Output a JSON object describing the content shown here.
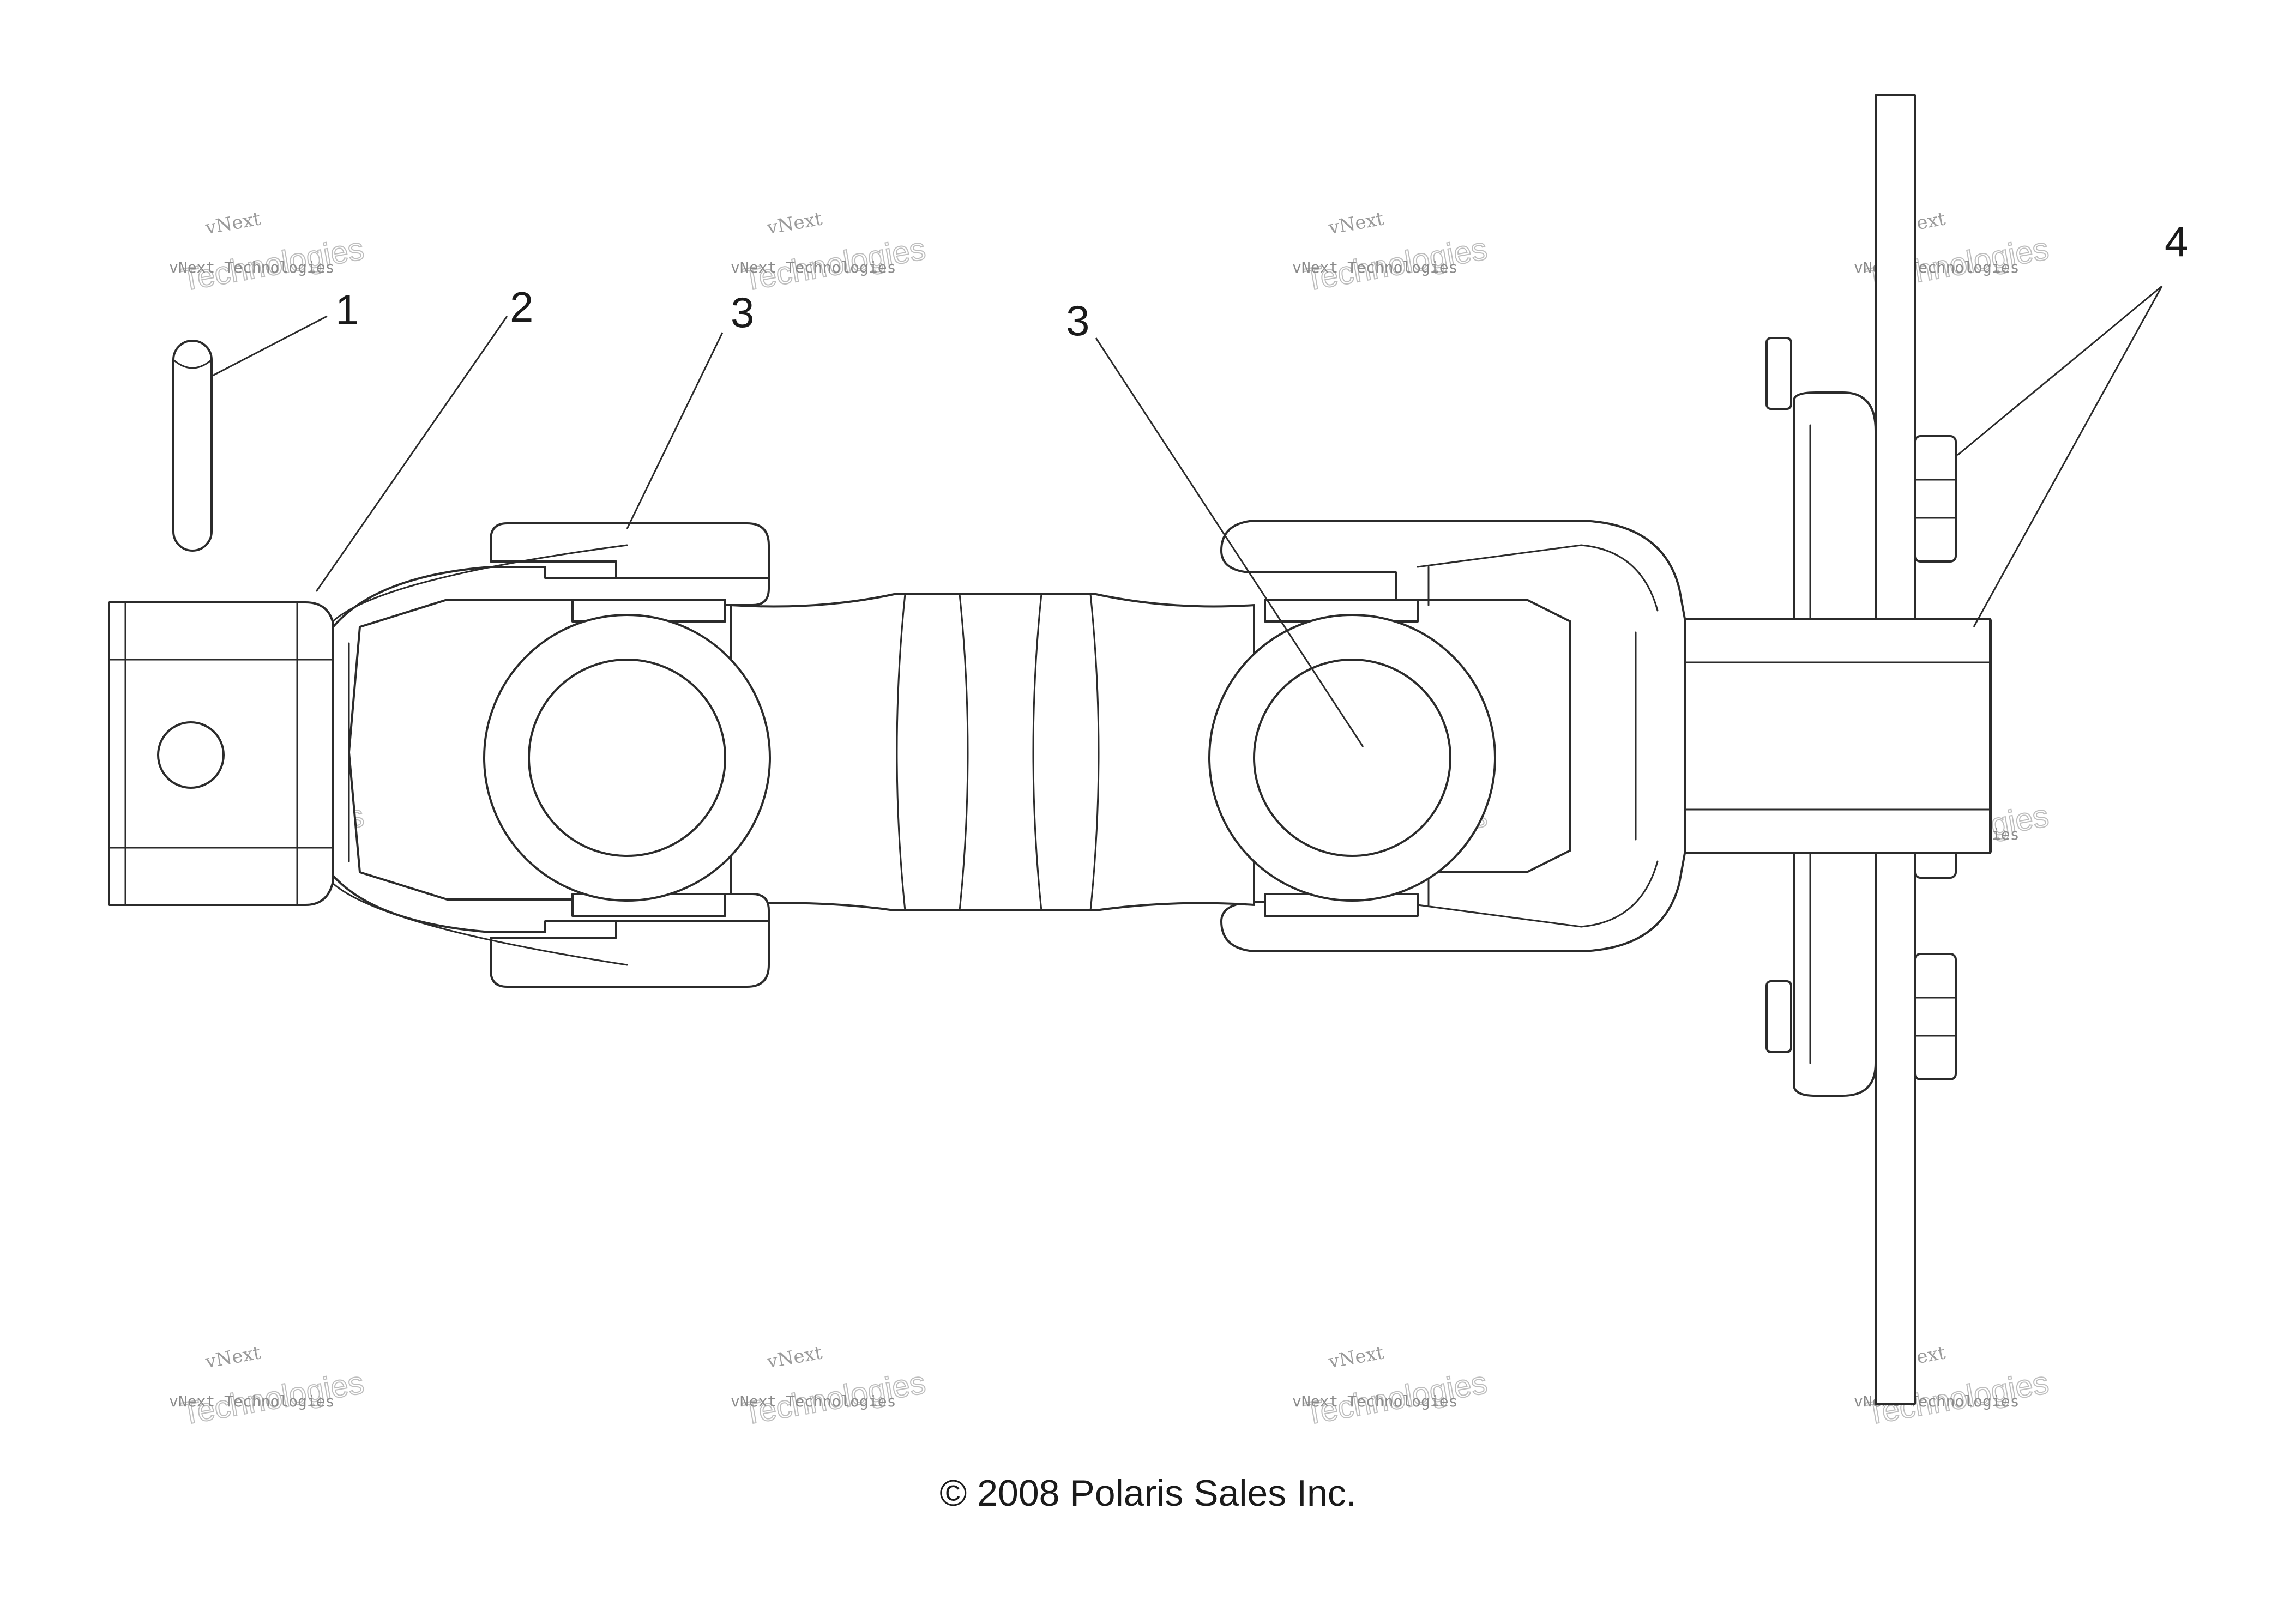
{
  "diagram": {
    "callouts": [
      "1",
      "2",
      "3",
      "3",
      "4"
    ],
    "watermark": {
      "line1": "vNext",
      "line2": "Technologies",
      "line3": "vNext Technologies"
    },
    "copyright": "© 2008 Polaris Sales Inc."
  }
}
